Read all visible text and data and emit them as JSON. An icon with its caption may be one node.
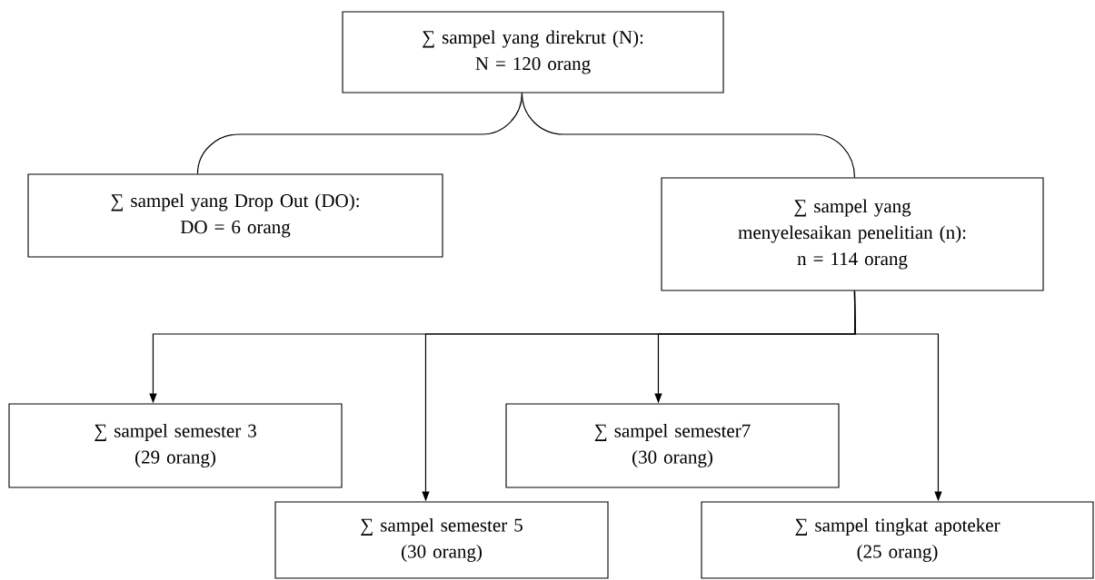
{
  "diagram": {
    "nodes": [
      {
        "text": [
          "∑ sampel yang direkrut (N):",
          "N = 120 orang"
        ]
      },
      {
        "text": [
          "∑ sampel yang Drop Out (DO):",
          "DO = 6 orang"
        ]
      },
      {
        "text": [
          "∑ sampel yang menyelesaikan penelitian (n):",
          "n = 114 orang"
        ]
      },
      {
        "text": [
          "∑ sampel semester 3",
          "(29 orang)"
        ]
      },
      {
        "text": [
          "∑ sampel semester7",
          "(30 orang)"
        ]
      },
      {
        "text": [
          "∑ sampel semester 5",
          "(30 orang)"
        ]
      },
      {
        "text": [
          "∑ sampel tingkat apoteker",
          "(25 orang)"
        ]
      }
    ],
    "edges": [
      {
        "from": 0,
        "to": 1,
        "arrow": "none"
      },
      {
        "from": 0,
        "to": 2,
        "arrow": "none"
      },
      {
        "from": 2,
        "to": 3,
        "arrow": "to"
      },
      {
        "from": 2,
        "to": 5,
        "arrow": "to"
      },
      {
        "from": 2,
        "to": 4,
        "arrow": "to"
      },
      {
        "from": 2,
        "to": 6,
        "arrow": "to"
      }
    ]
  }
}
